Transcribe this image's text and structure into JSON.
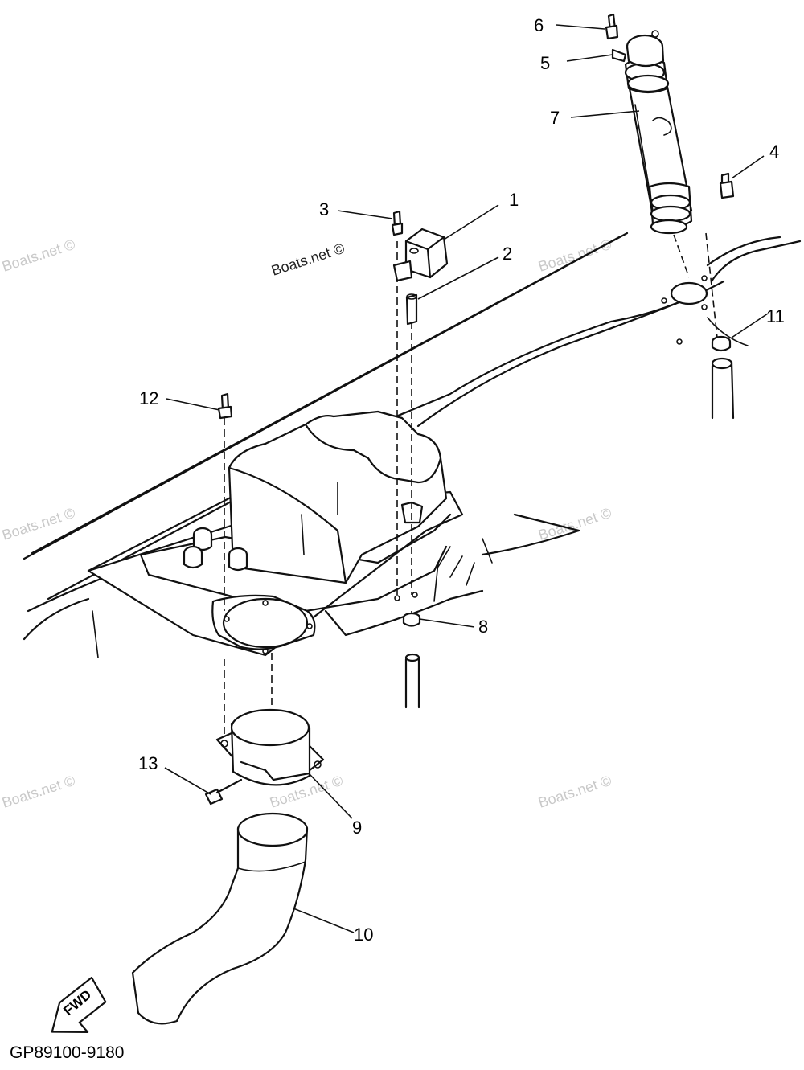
{
  "diagram": {
    "code": "GP89100-9180",
    "fwd_label": "FWD",
    "watermark": "Boats.net ©",
    "callouts": [
      "1",
      "2",
      "3",
      "4",
      "5",
      "6",
      "7",
      "8",
      "9",
      "10",
      "11",
      "12",
      "13"
    ]
  }
}
